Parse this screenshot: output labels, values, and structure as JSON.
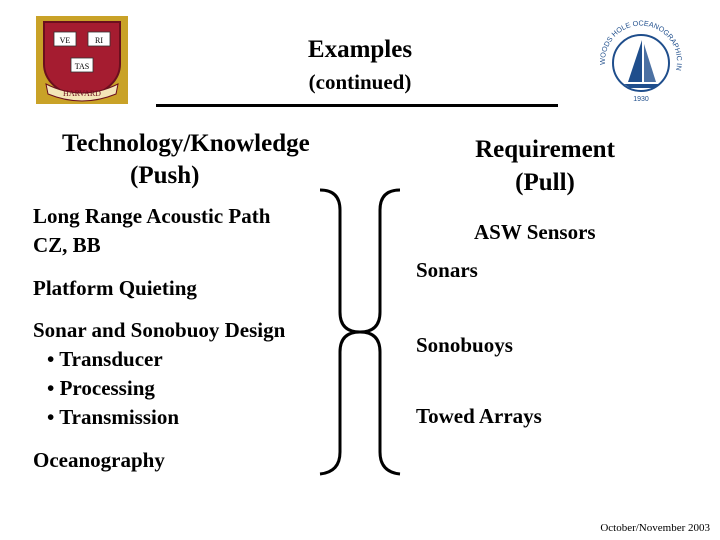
{
  "slide": {
    "title": "Examples",
    "subtitle": "(continued)",
    "footer_date": "October/November 2003"
  },
  "harvard_logo": {
    "top_left": "VE",
    "top_right": "RI",
    "bottom": "TAS",
    "ribbon": "HARVARD",
    "colors": {
      "crimson": "#a51c30",
      "gold": "#c9a227"
    }
  },
  "whoi_logo": {
    "arc_text": "WOODS HOLE OCEANOGRAPHIC INSTITUTION",
    "year": "1930",
    "colors": {
      "blue": "#1f4e8c"
    }
  },
  "push": {
    "heading_line1": "Technology/Knowledge",
    "heading_line2": "(Push)",
    "items": [
      {
        "line1": "Long Range Acoustic Path",
        "line2": "CZ, BB"
      },
      {
        "line1": "Platform Quieting"
      },
      {
        "line1": "Sonar and Sonobuoy Design",
        "subs": [
          "• Transducer",
          "• Processing",
          "• Transmission"
        ]
      },
      {
        "line1": "Oceanography"
      }
    ]
  },
  "pull": {
    "heading_line1": "Requirement",
    "heading_line2": "(Pull)",
    "items": [
      "ASW Sensors",
      "Sonars",
      "Sonobuoys",
      "Towed Arrays"
    ]
  }
}
